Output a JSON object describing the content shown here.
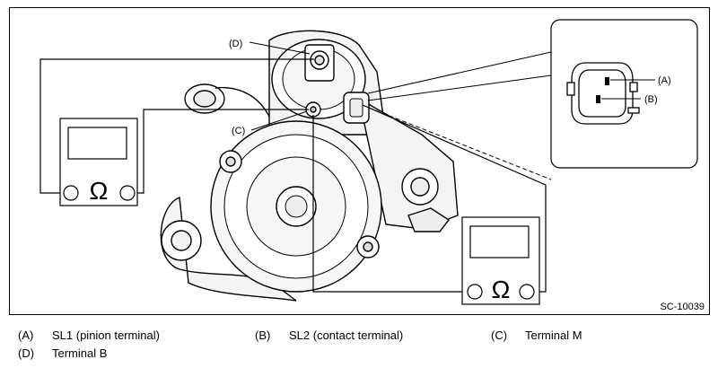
{
  "figure": {
    "code": "SC-10039",
    "callouts": {
      "D": "(D)",
      "C": "(C)",
      "A": "(A)",
      "B": "(B)"
    },
    "meter_symbol": "Ω"
  },
  "legend": [
    {
      "key": "(A)",
      "text": "SL1 (pinion terminal)"
    },
    {
      "key": "(B)",
      "text": "SL2 (contact terminal)"
    },
    {
      "key": "(C)",
      "text": "Terminal M"
    },
    {
      "key": "(D)",
      "text": "Terminal B"
    }
  ],
  "colors": {
    "line": "#000000",
    "shading": "#f2f2f2"
  }
}
